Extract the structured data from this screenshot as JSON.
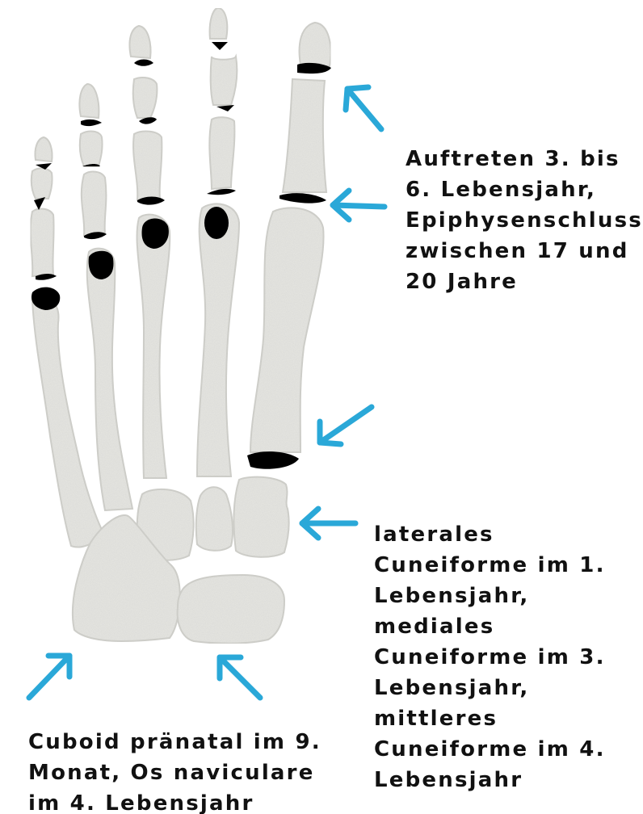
{
  "annotations": {
    "epiphysis_label": [
      "Auftreten 3. bis",
      "6. Lebensjahr,",
      "Epiphysenschluss",
      "zwischen 17 und",
      "20 Jahre"
    ],
    "cuneiform_label": [
      "laterales",
      "Cuneiforme im 1.",
      "Lebensjahr,",
      "mediales",
      "Cuneiforme im 3.",
      "Lebensjahr,",
      "mittleres",
      "Cuneiforme im 4.",
      "Lebensjahr"
    ],
    "tarsal_label": [
      "Cuboid pränatal im 9.",
      "Monat, Os naviculare",
      "im 4. Lebensjahr"
    ]
  },
  "colors": {
    "bone_fill": "#e6e6e2",
    "bone_stroke": "#cfcfca",
    "ossification_center": "#000000",
    "arrow": "#2aa8d8",
    "text": "#111111"
  }
}
